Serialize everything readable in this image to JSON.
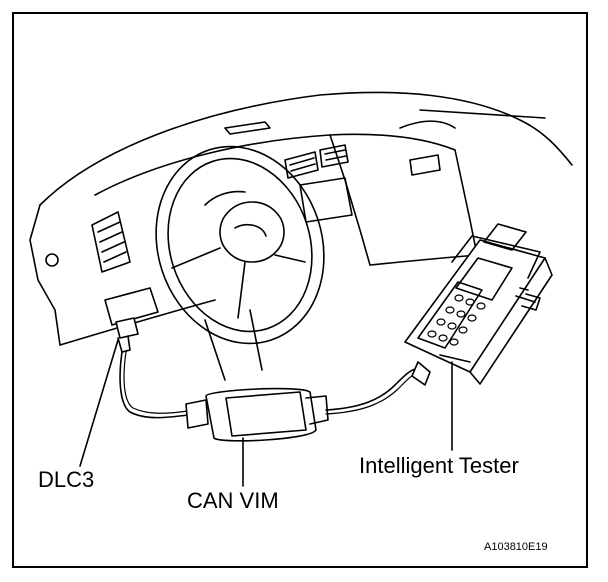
{
  "labels": {
    "dlc3": "DLC3",
    "can_vim": "CAN VIM",
    "intelligent_tester": "Intelligent Tester",
    "figure_code": "A103810E19"
  },
  "colors": {
    "line": "#000000",
    "background": "#ffffff",
    "fill": "#ffffff"
  }
}
